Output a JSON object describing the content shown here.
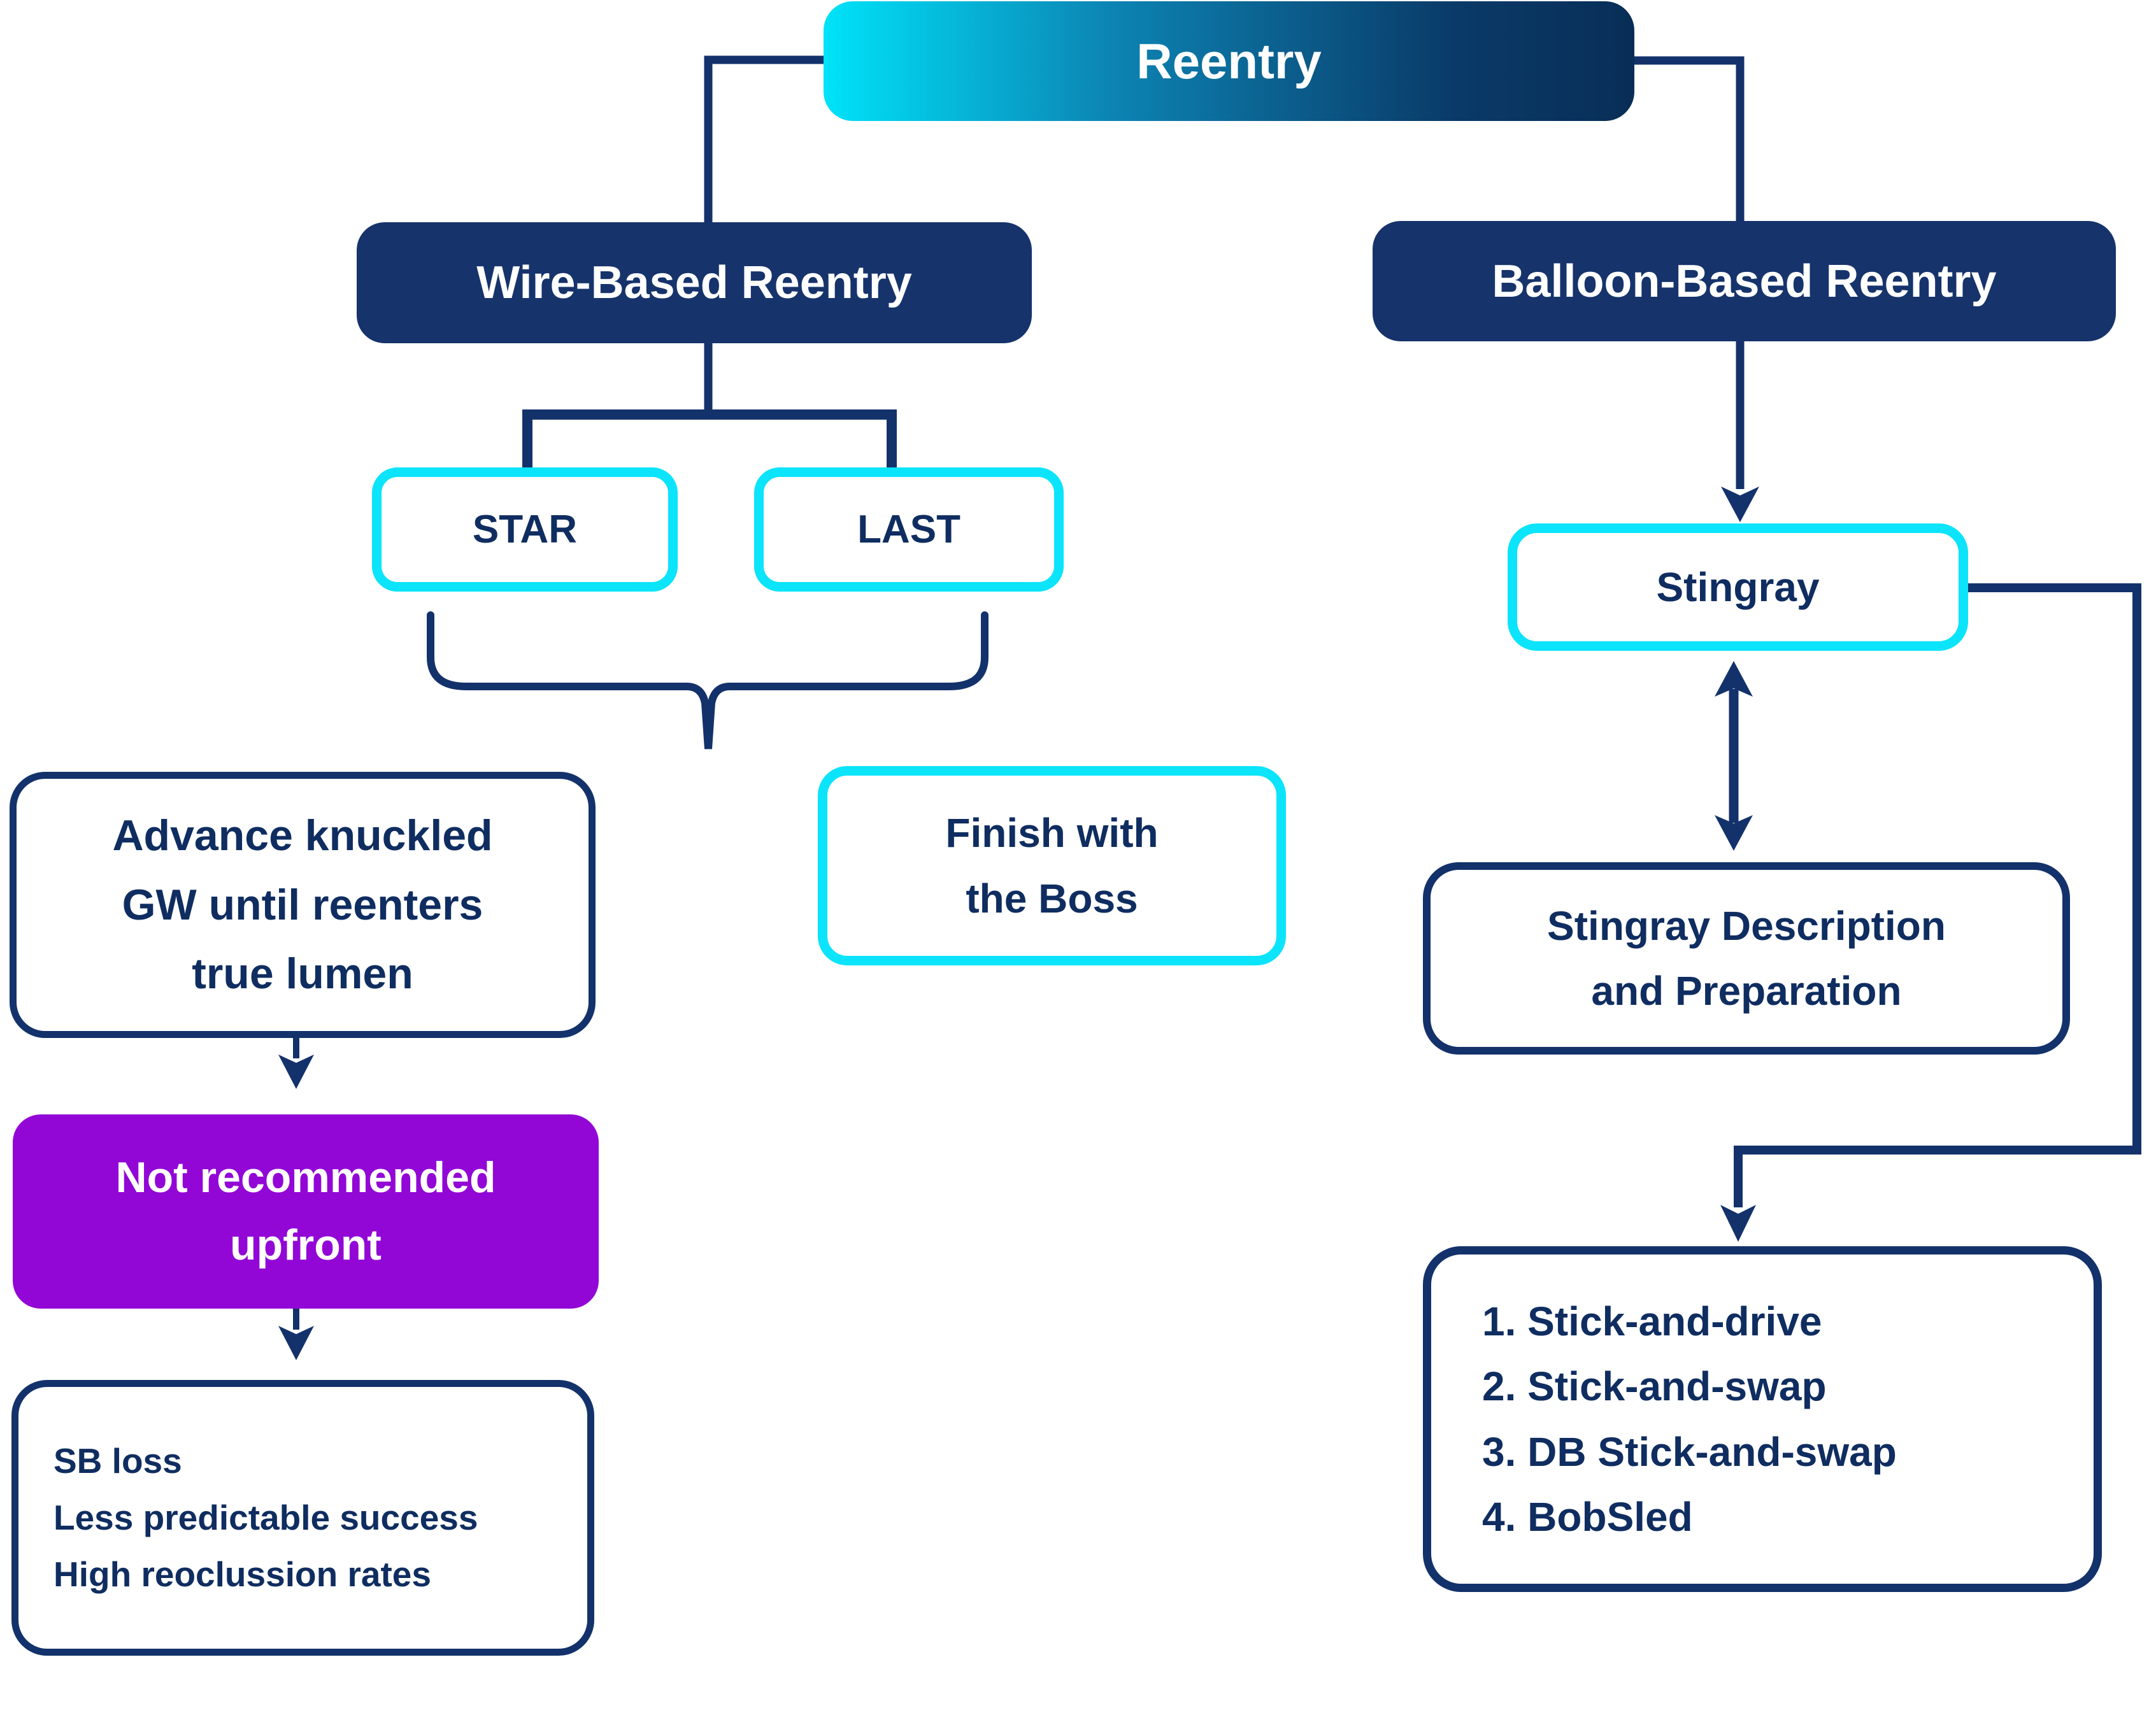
{
  "title": {
    "label": "Reentry"
  },
  "branches": {
    "wire_label": "Wire-Based Reentry",
    "balloon_label": "Balloon-Based Reentry"
  },
  "wire": {
    "star": "STAR",
    "last": "LAST",
    "advance_lines": [
      "Advance knuckled",
      "GW until reenters",
      "true lumen"
    ],
    "not_recommended_lines": [
      "Not recommended",
      "upfront"
    ],
    "risks": [
      "SB loss",
      "Less predictable success",
      "High reoclussion rates"
    ],
    "finish_lines": [
      "Finish with",
      "the Boss"
    ]
  },
  "balloon": {
    "stingray": "Stingray",
    "description_lines": [
      "Stingray Description",
      "and Preparation"
    ],
    "techniques": [
      "1. Stick-and-drive",
      "2. Stick-and-swap",
      "3. DB Stick-and-swap",
      "4. BobSled"
    ]
  },
  "colors": {
    "navy": "#13326B",
    "navy_fill": "#16336B",
    "cyan": "#0BE4FA",
    "purple": "#9207D6",
    "gradient_start": "#00E3F9",
    "gradient_end": "#082E57",
    "text_navy": "#0F2D60",
    "white": "#FFFFFF"
  }
}
